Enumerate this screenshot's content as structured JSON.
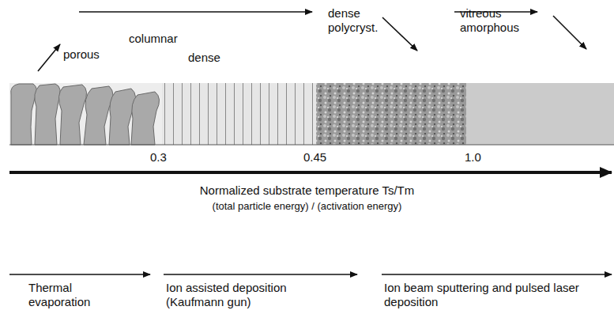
{
  "diagram": {
    "labels": [
      "porous",
      "columnar",
      "dense",
      "dense polycryst.",
      "vitreous amorphous",
      "0.3",
      "0.45",
      "1.0",
      "Normalized substrate temperature Ts/Tm",
      "(total particle energy) / (activation energy)",
      "Thermal evaporation",
      "Ion assisted deposition (Kaufmann gun)",
      "Ion beam sputtering and pulsed laser deposition"
    ]
  }
}
